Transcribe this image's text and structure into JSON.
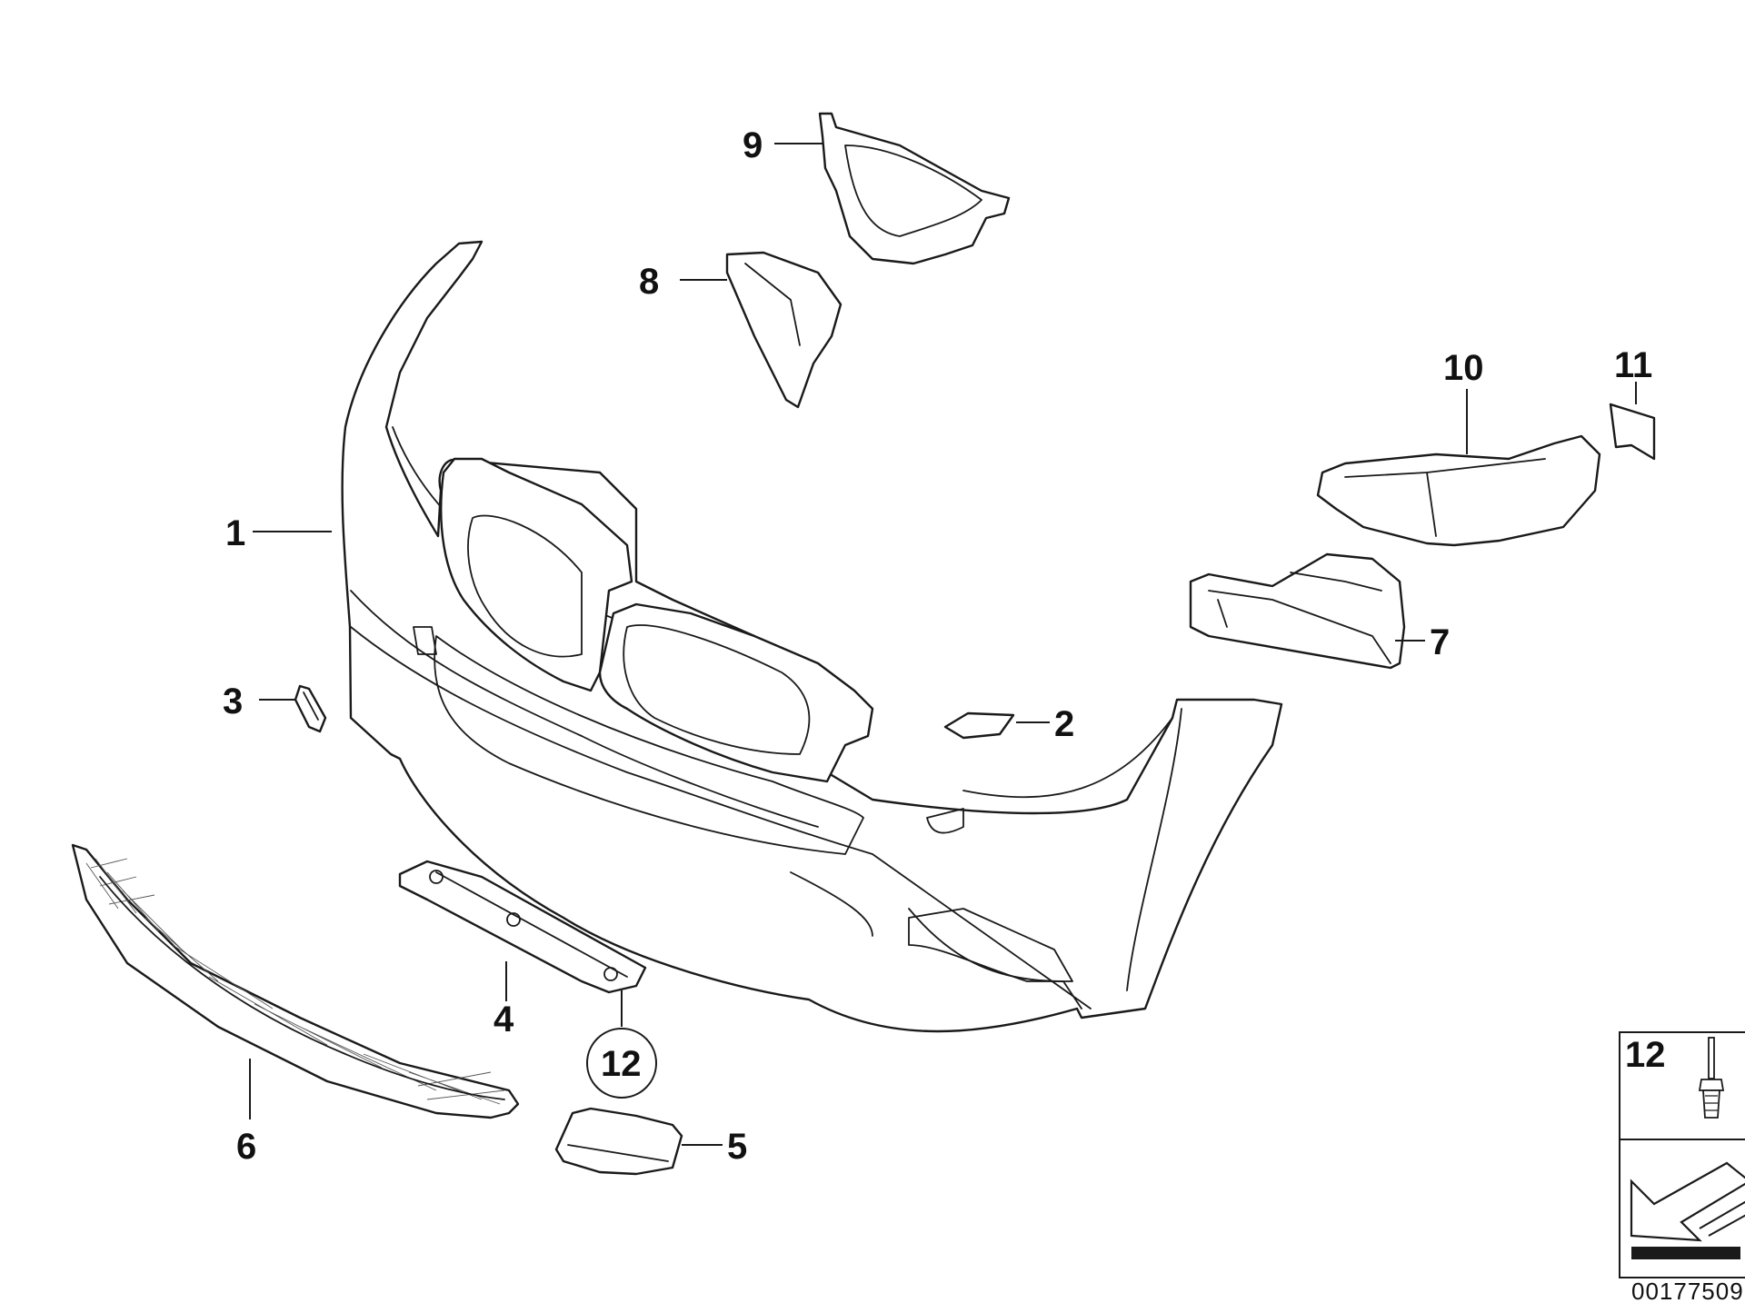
{
  "diagram": {
    "callouts": [
      {
        "id": "1",
        "label": "1"
      },
      {
        "id": "2",
        "label": "2"
      },
      {
        "id": "3",
        "label": "3"
      },
      {
        "id": "4",
        "label": "4"
      },
      {
        "id": "5",
        "label": "5"
      },
      {
        "id": "6",
        "label": "6"
      },
      {
        "id": "7",
        "label": "7"
      },
      {
        "id": "8",
        "label": "8"
      },
      {
        "id": "9",
        "label": "9"
      },
      {
        "id": "10",
        "label": "10"
      },
      {
        "id": "11",
        "label": "11"
      },
      {
        "id": "12",
        "label": "12"
      }
    ],
    "inset": {
      "label": "12"
    },
    "drawing_code": "00177509"
  }
}
